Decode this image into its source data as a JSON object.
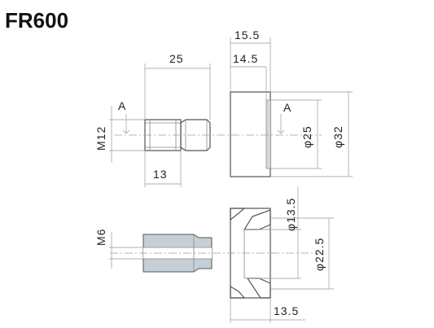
{
  "title": "FR600",
  "top_view": {
    "dim_total_width": "15.5",
    "dim_length": "25",
    "dim_nut_width": "14.5",
    "dim_thread": "M12",
    "dim_thread_length": "13",
    "dim_inner_dia": "φ25",
    "dim_outer_dia": "φ32",
    "section_mark_left": "A",
    "section_mark_right": "A"
  },
  "bottom_view": {
    "dim_thread": "M6",
    "dim_bore_dia": "φ13.5",
    "dim_nut_dia": "φ22.5",
    "dim_nut_width": "13.5"
  },
  "colors": {
    "section_fill": "#c4d0d6",
    "outline": "#555555",
    "dimension": "#999999"
  }
}
